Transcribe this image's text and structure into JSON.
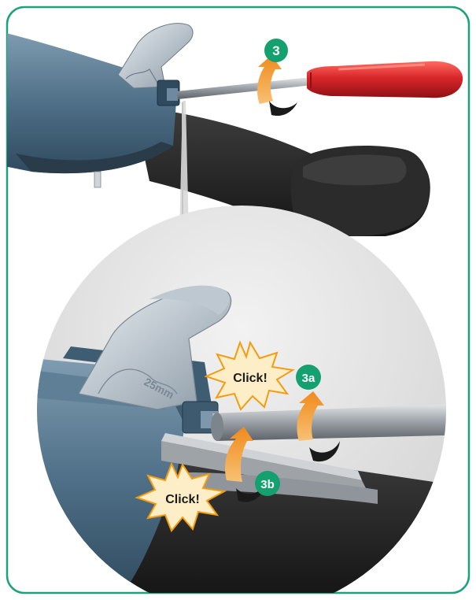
{
  "step_badges": {
    "main": "3",
    "sub_a": "3a",
    "sub_b": "3b"
  },
  "callouts": {
    "click_upper": "Click!",
    "click_lower": "Click!"
  },
  "blade_engraving": "25mm",
  "colors": {
    "frame_border": "#1aa37a",
    "badge_green": "#15a070",
    "arrow_orange": "#f5a33a",
    "handle_red": "#d9262b",
    "body_blue": "#4a6a80",
    "burst_orange": "#f39c12",
    "burst_fill": "#fdeec8"
  },
  "icons": [
    "screwdriver-icon",
    "rotation-arrow-icon",
    "click-burst-icon"
  ]
}
